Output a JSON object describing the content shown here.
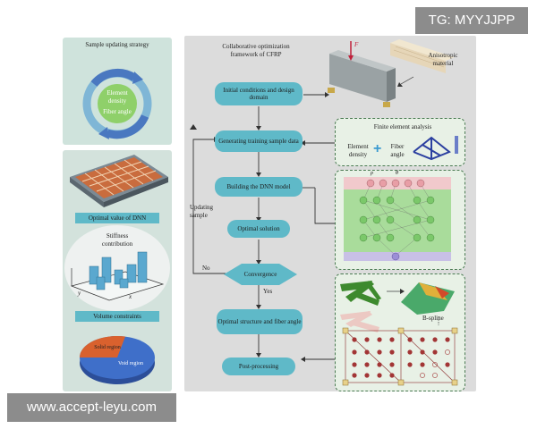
{
  "watermark_top": "TG: MYYJJPP",
  "watermark_bottom": "www.accept-leyu.com",
  "left_panel": {
    "strategy_title": "Sample updating strategy",
    "cycle_labels": [
      "Element density",
      "Fiber angle"
    ],
    "dnn_label": "Optimal value of DNN",
    "stiffness_label": "Stiffness contribution",
    "volume_label": "Volume constraints",
    "pie_labels": [
      "Solid region",
      "Void region"
    ],
    "axis_labels": [
      "y",
      "x"
    ]
  },
  "main": {
    "title": "Collaborative optimization framework of CFRP",
    "anisotropic_label": "Anisotropic material",
    "force_label": "F",
    "steps": [
      "Initial conditions and design domain",
      "Generating training sample data",
      "Building the DNN model",
      "Optimal solution",
      "Convergence",
      "Optimal structure and fiber angle",
      "Post-processing"
    ],
    "updating_label": "Updating sample",
    "no_label": "No",
    "yes_label": "Yes",
    "fea_title": "Finite element analysis",
    "fea_density": "Element density",
    "fea_plus": "+",
    "fea_angle": "Fiber angle",
    "dnn_inputs": [
      "ρ",
      "θ"
    ],
    "bspline_label": "B-spline"
  }
}
